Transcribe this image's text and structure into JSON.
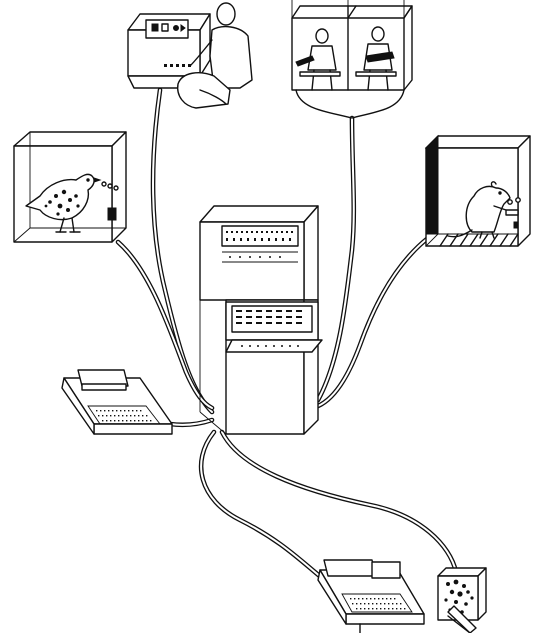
{
  "scene": {
    "ink_color": "#111111",
    "paper_color": "#ffffff",
    "components": [
      "central-computer-cabinet",
      "operator-console-terminal",
      "dual-human-test-booths",
      "pigeon-operant-chamber",
      "rat-operant-chamber",
      "teletype-printer-left",
      "teletype-printer-bottom",
      "monkey-chamber-small"
    ]
  }
}
